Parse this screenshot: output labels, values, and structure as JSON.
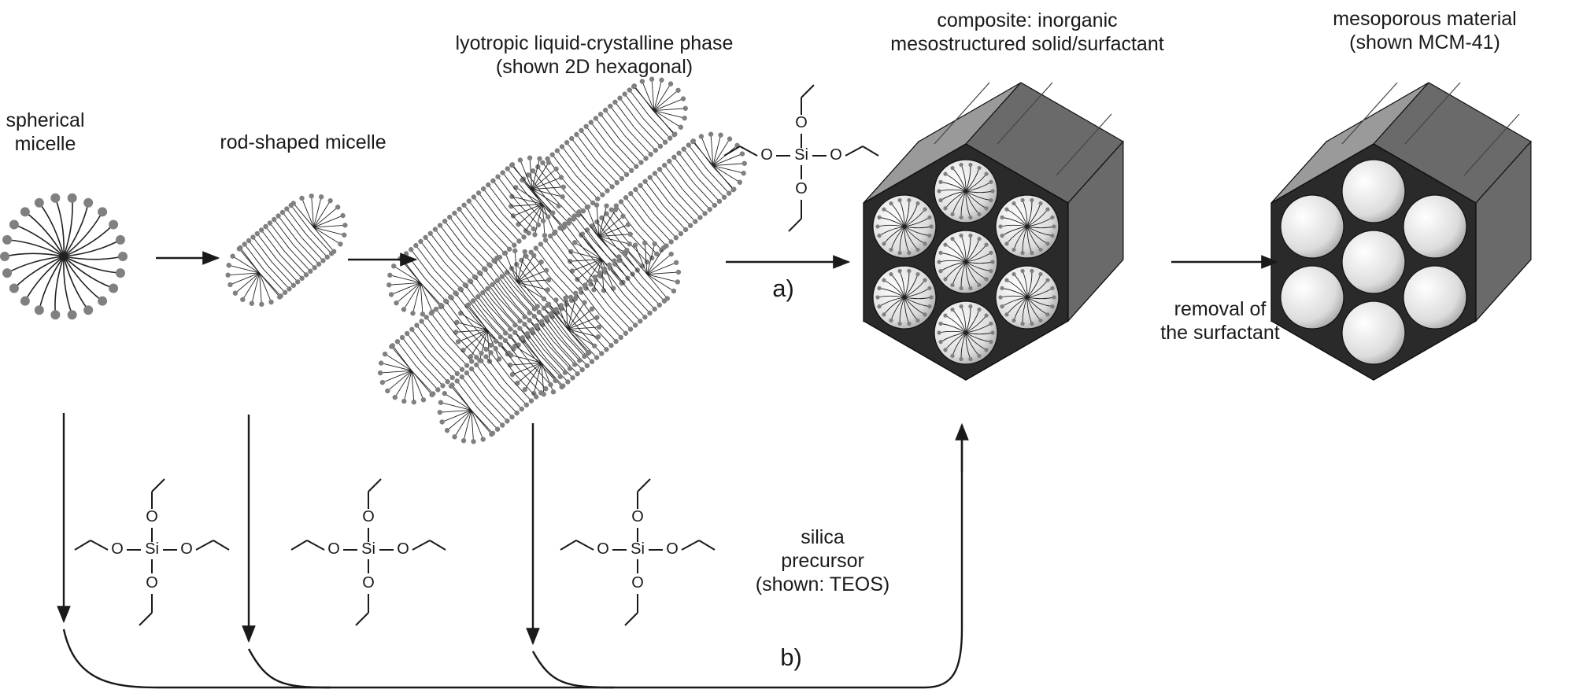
{
  "labels": {
    "spherical_micelle": [
      "spherical",
      "micelle"
    ],
    "rod_micelle": "rod-shaped micelle",
    "lyotropic_phase": [
      "lyotropic liquid-crystalline phase",
      "(shown 2D hexagonal)"
    ],
    "composite": [
      "composite: inorganic",
      "mesostructured solid/surfactant"
    ],
    "mesoporous": [
      "mesoporous material",
      "(shown MCM-41)"
    ],
    "removal": [
      "removal of",
      "the surfactant"
    ],
    "silica": [
      "silica",
      "precursor",
      "(shown: TEOS)"
    ],
    "step_a": "a)",
    "step_b": "b)"
  },
  "molecule": {
    "center": "Si",
    "oxygen": "O"
  },
  "colors": {
    "line": "#1a1a1a",
    "head": "#808080",
    "tail": "#222222",
    "frame_front": "#2a2a2a",
    "frame_side": "#6a6a6a",
    "frame_top": "#9a9a9a",
    "pore_fill": "#e6e6e6"
  },
  "icons": [
    "spherical-micelle-icon",
    "rod-micelle-icon",
    "hexagonal-phase-icon",
    "composite-hexagonal-icon",
    "mesoporous-mcm41-icon",
    "teos-molecule-icon",
    "arrow-icon"
  ]
}
